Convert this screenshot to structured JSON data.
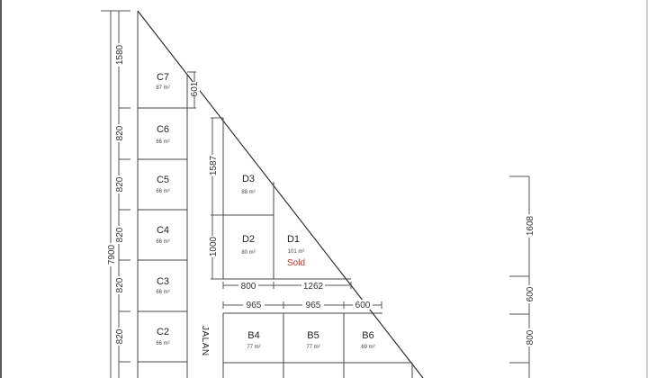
{
  "colors": {
    "line": "#444444",
    "text": "#222222",
    "sold": "#c0392b"
  },
  "road": {
    "label": "JALAN"
  },
  "lots": {
    "C7": {
      "name": "C7",
      "area": "87 m²"
    },
    "C6": {
      "name": "C6",
      "area": "66 m²"
    },
    "C5": {
      "name": "C5",
      "area": "66 m²"
    },
    "C4": {
      "name": "C4",
      "area": "66 m²"
    },
    "C3": {
      "name": "C3",
      "area": "66 m²"
    },
    "C2": {
      "name": "C2",
      "area": "66 m²"
    },
    "D3": {
      "name": "D3",
      "area": "88 m²"
    },
    "D2": {
      "name": "D2",
      "area": "80 m²"
    },
    "D1": {
      "name": "D1",
      "area": "101 m²",
      "status": "Sold"
    },
    "B4": {
      "name": "B4",
      "area": "77 m²"
    },
    "B5": {
      "name": "B5",
      "area": "77 m²"
    },
    "B6": {
      "name": "B6",
      "area": "69 m²"
    }
  },
  "dimensions": {
    "total_left": "7900",
    "c7_height": "1580",
    "c7_side": "601",
    "c6_height": "820",
    "c5_height": "820",
    "c4_height": "820",
    "c3_height": "820",
    "c2_height": "820",
    "d3_height": "1587",
    "d2_height": "1000",
    "d2_width": "800",
    "d1_width": "1262",
    "b4_width": "965",
    "b5_width": "965",
    "b6_width": "600",
    "right_1": "1608",
    "right_2": "600",
    "right_3": "800"
  }
}
